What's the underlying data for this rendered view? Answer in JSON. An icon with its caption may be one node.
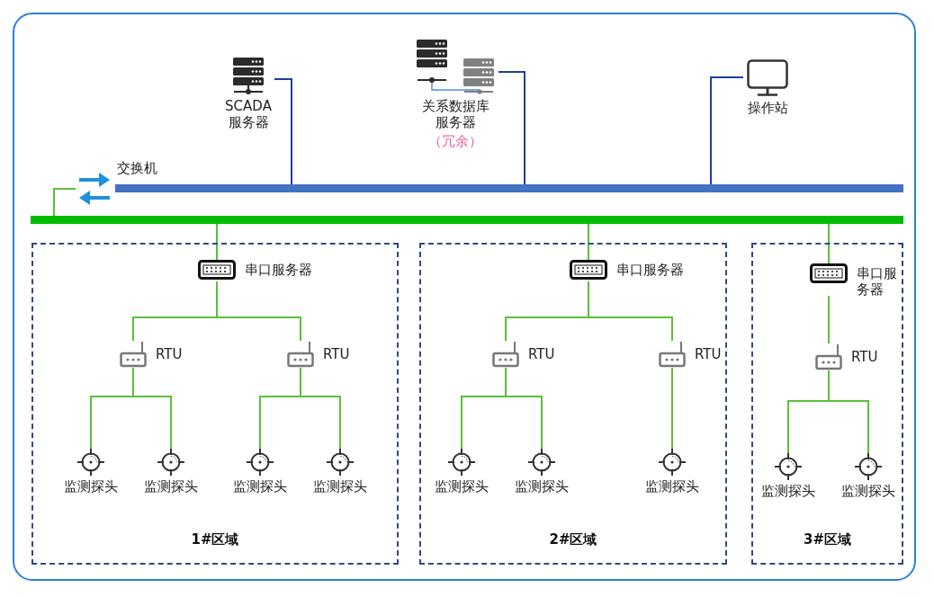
{
  "diagram": {
    "nodes": [
      {
        "text": [
          "SCADA 服务器"
        ]
      },
      {
        "text": [
          "关系数据库服务器",
          "（冗余）"
        ]
      },
      {
        "text": [
          "操作站"
        ]
      },
      {
        "text": [],
        "shape": "picture",
        "beside": [
          "交换机"
        ]
      },
      {
        "text": [],
        "shape": "bar"
      },
      {
        "text": [],
        "shape": "bar"
      },
      {
        "text": [
          "1#区域"
        ]
      },
      {
        "text": [
          "串口服务器"
        ],
        "in": 6
      },
      {
        "text": [
          "RTU"
        ],
        "in": 6
      },
      {
        "text": [
          "RTU"
        ],
        "in": 6
      },
      {
        "text": [
          "监测探头"
        ],
        "in": 6
      },
      {
        "text": [
          "监测探头"
        ],
        "in": 6
      },
      {
        "text": [
          "监测探头"
        ],
        "in": 6
      },
      {
        "text": [
          "监测探头"
        ],
        "in": 6
      },
      {
        "text": [
          "2#区域"
        ]
      },
      {
        "text": [
          "串口服务器"
        ],
        "in": 14
      },
      {
        "text": [
          "RTU"
        ],
        "in": 14
      },
      {
        "text": [
          "RTU"
        ],
        "in": 14
      },
      {
        "text": [
          "监测探头"
        ],
        "in": 14
      },
      {
        "text": [
          "监测探头"
        ],
        "in": 14
      },
      {
        "text": [
          "监测探头"
        ],
        "in": 14
      },
      {
        "text": [
          "3#区域"
        ]
      },
      {
        "text": [
          "串口服务器"
        ],
        "in": 21
      },
      {
        "text": [
          "RTU"
        ],
        "in": 21
      },
      {
        "text": [
          "监测探头"
        ],
        "in": 21
      },
      {
        "text": [
          "监测探头"
        ],
        "in": 21
      }
    ],
    "edges": [
      {
        "from": 0,
        "to": 4,
        "arrow": "none",
        "color": "#1a3ea6"
      },
      {
        "from": 1,
        "to": 4,
        "arrow": "none",
        "color": "#1a3ea6"
      },
      {
        "from": 2,
        "to": 4,
        "arrow": "none",
        "color": "#1a3ea6"
      },
      {
        "from": 3,
        "to": 5,
        "arrow": "none"
      },
      {
        "from": 5,
        "to": 7,
        "arrow": "none"
      },
      {
        "from": 5,
        "to": 15,
        "arrow": "none"
      },
      {
        "from": 5,
        "to": 22,
        "arrow": "none"
      },
      {
        "from": 7,
        "to": 8,
        "arrow": "none"
      },
      {
        "from": 7,
        "to": 9,
        "arrow": "none"
      },
      {
        "from": 8,
        "to": 10,
        "arrow": "none"
      },
      {
        "from": 8,
        "to": 11,
        "arrow": "none"
      },
      {
        "from": 9,
        "to": 12,
        "arrow": "none"
      },
      {
        "from": 9,
        "to": 13,
        "arrow": "none"
      },
      {
        "from": 15,
        "to": 16,
        "arrow": "none"
      },
      {
        "from": 15,
        "to": 17,
        "arrow": "none"
      },
      {
        "from": 16,
        "to": 18,
        "arrow": "none"
      },
      {
        "from": 16,
        "to": 19,
        "arrow": "none"
      },
      {
        "from": 17,
        "to": 20,
        "arrow": "none"
      },
      {
        "from": 22,
        "to": 23,
        "arrow": "none"
      },
      {
        "from": 23,
        "to": 24,
        "arrow": "none"
      },
      {
        "from": 23,
        "to": 25,
        "arrow": "none"
      }
    ]
  }
}
